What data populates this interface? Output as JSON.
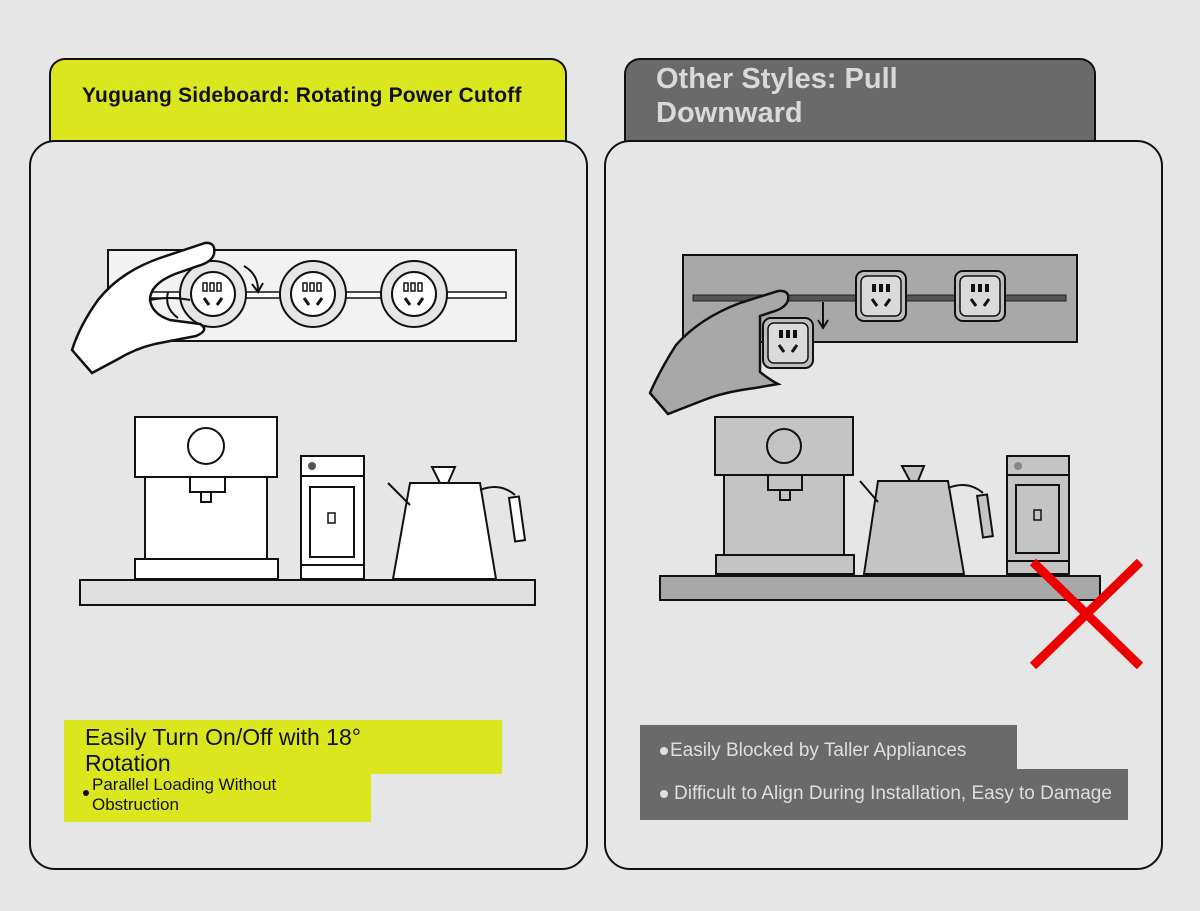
{
  "left": {
    "title": "Yuguang Sideboard: Rotating Power Cutoff",
    "headline": "Easily Turn On/Off with 18° Rotation",
    "bullet": "Parallel Loading Without Obstruction",
    "accent_color": "#dce61e"
  },
  "right": {
    "title": "Other Styles: Pull Downward",
    "bullets": [
      "Easily Blocked by Taller Appliances",
      "Difficult to Align During Installation, Easy to Damage"
    ],
    "accent_color": "#6a6a6a",
    "cross_color": "#ee0000"
  },
  "icons": {
    "left": [
      "hand-rotate-icon",
      "socket-icon",
      "rotate-arrow-icon",
      "coffee-machine-icon",
      "grinder-icon",
      "kettle-icon"
    ],
    "right": [
      "hand-pull-icon",
      "socket-icon",
      "down-arrow-icon",
      "coffee-machine-icon",
      "kettle-icon",
      "grinder-icon",
      "red-cross-icon"
    ]
  }
}
